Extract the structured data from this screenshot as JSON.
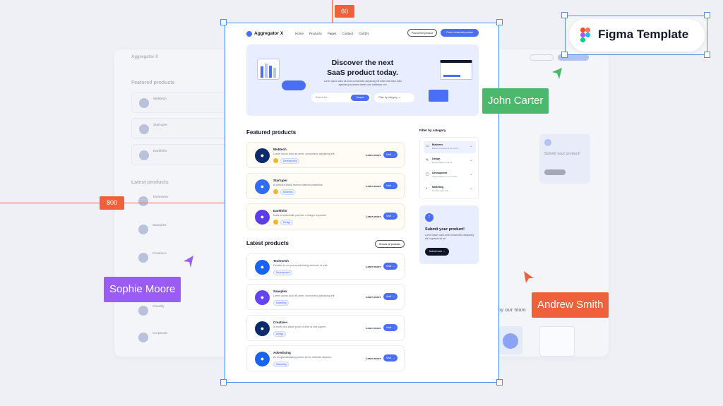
{
  "annotations": {
    "ruler_top": "60",
    "ruler_left": "800",
    "badge": "Figma Template",
    "users": [
      {
        "name": "Sophie Moore",
        "color": "#9b5cf6"
      },
      {
        "name": "John Carter",
        "color": "#4cb86b"
      },
      {
        "name": "Andrew Smith",
        "color": "#f0603a"
      }
    ]
  },
  "nav": {
    "brand": "Aggregator X",
    "links": [
      "Home",
      "Products",
      "Pages",
      "Contact",
      "Cart(0)"
    ],
    "post_free": "Post a free product",
    "post_featured": "Post a featured product"
  },
  "hero": {
    "title1": "Discover the next",
    "title2": "SaaS product today.",
    "text": "Lorem ipsum dolor sit amet consectetur adipiscing elit ebam nisl tellus dolor egestas quis laoreet fames odio habitasse orci.",
    "search_placeholder": "Search for...",
    "search_button": "Search",
    "filter": "Filter by category"
  },
  "featured": {
    "title": "Featured products",
    "items": [
      {
        "name": "Webtech",
        "desc": "Lorem ipsum dolor sit amet, consectetur adipiscing elit.",
        "tag": "Development",
        "color": "#0d2a6b"
      },
      {
        "name": "Startuper",
        "desc": "At ultricies lectus viverra euismod phasellus.",
        "tag": "Business",
        "color": "#2f6bf5"
      },
      {
        "name": "Darkfolio",
        "desc": "Nulla sit sollicitudin pulvinar a integer imperdiet.",
        "tag": "Design",
        "color": "#5b3cf0"
      }
    ]
  },
  "latest": {
    "title": "Latest products",
    "browse": "Browse all products",
    "items": [
      {
        "name": "Techmesh",
        "desc": "Facilisis in orci purus adipiscing dictumst ut cras.",
        "tag": "Development",
        "color": "#1a62f0"
      },
      {
        "name": "Saasplex",
        "desc": "Lorem ipsum dolor sit amet, consectetur adipiscing elit.",
        "tag": "Marketing",
        "color": "#6444f2"
      },
      {
        "name": "Creative+",
        "desc": "Id morbi sed ipsum proin ut ante id erat sapien.",
        "tag": "Design",
        "color": "#0d2a6b"
      },
      {
        "name": "Advertising",
        "desc": "Ac feugiat adipiscing donec lorem molestie aliquam.",
        "tag": "Marketing",
        "color": "#1a62f0"
      }
    ]
  },
  "row_actions": {
    "learn": "Learn more",
    "visit": "Visit →"
  },
  "filter": {
    "title": "Filter by category",
    "items": [
      {
        "name": "Business",
        "desc": "Massa sit praesent leo morbi"
      },
      {
        "name": "Design",
        "desc": "Donec aliquet urna eu"
      },
      {
        "name": "Development",
        "desc": "Suspendisse et non et dolor"
      },
      {
        "name": "Marketing",
        "desc": "Id morbi eget velit"
      }
    ]
  },
  "submit": {
    "title": "Submit your product!",
    "text": "Lorem ipsum dolor amet consectetur adipiscing elit ut gravida sit vel.",
    "button": "Submit now →"
  },
  "ghost_left": {
    "brand": "Aggregator X",
    "featured": "Featured products",
    "latest": "Latest products",
    "items": [
      "Webtech",
      "Startuper",
      "Darkfolio",
      "Techmesh",
      "Saasplex",
      "Creative+",
      "Cloudly",
      "Corporate"
    ]
  },
  "ghost_right": {
    "submit": "Submit your product!",
    "team": "by our team"
  }
}
